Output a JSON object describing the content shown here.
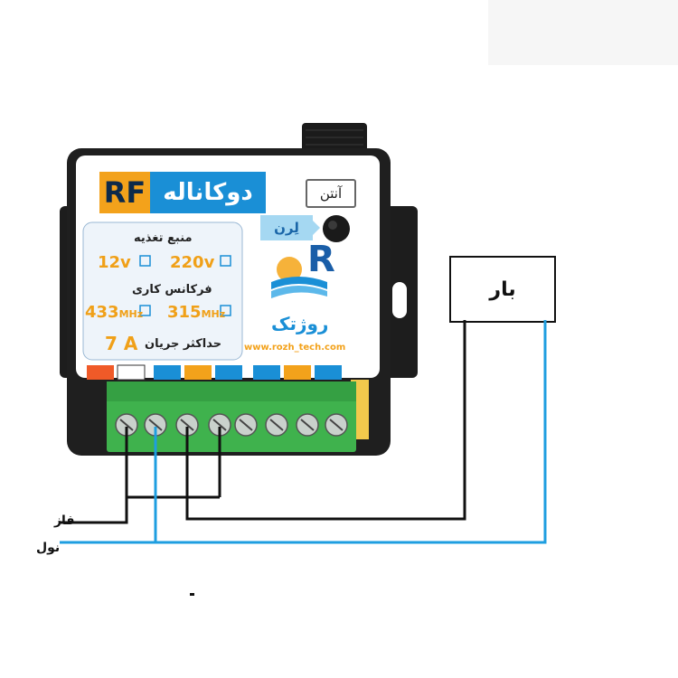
{
  "device": {
    "brand_rf": "RF",
    "brand_title": "دوکاناله",
    "antenna_label": "آنتن",
    "learn_label": "لِرن",
    "power_label": "منبع تغذیه",
    "power_12": "12v",
    "power_220": "220v",
    "freq_label": "فرکانس کاری",
    "freq_433": "433",
    "freq_315": "315",
    "freq_unit": "MHz",
    "current_value": "7 A",
    "current_label": "حداکثر جریان",
    "brand_name": "روژتک",
    "brand_url": "www.rozh_tech.com"
  },
  "diagram": {
    "load_label": "بار",
    "phase_label": "فاز",
    "neutral_label": "نول"
  },
  "colors": {
    "phase_wire": "#111111",
    "neutral_wire": "#1e9ee0",
    "terminal_green": "#3fb24d",
    "accent_orange": "#f3a21b",
    "accent_blue": "#1a8fd6"
  }
}
